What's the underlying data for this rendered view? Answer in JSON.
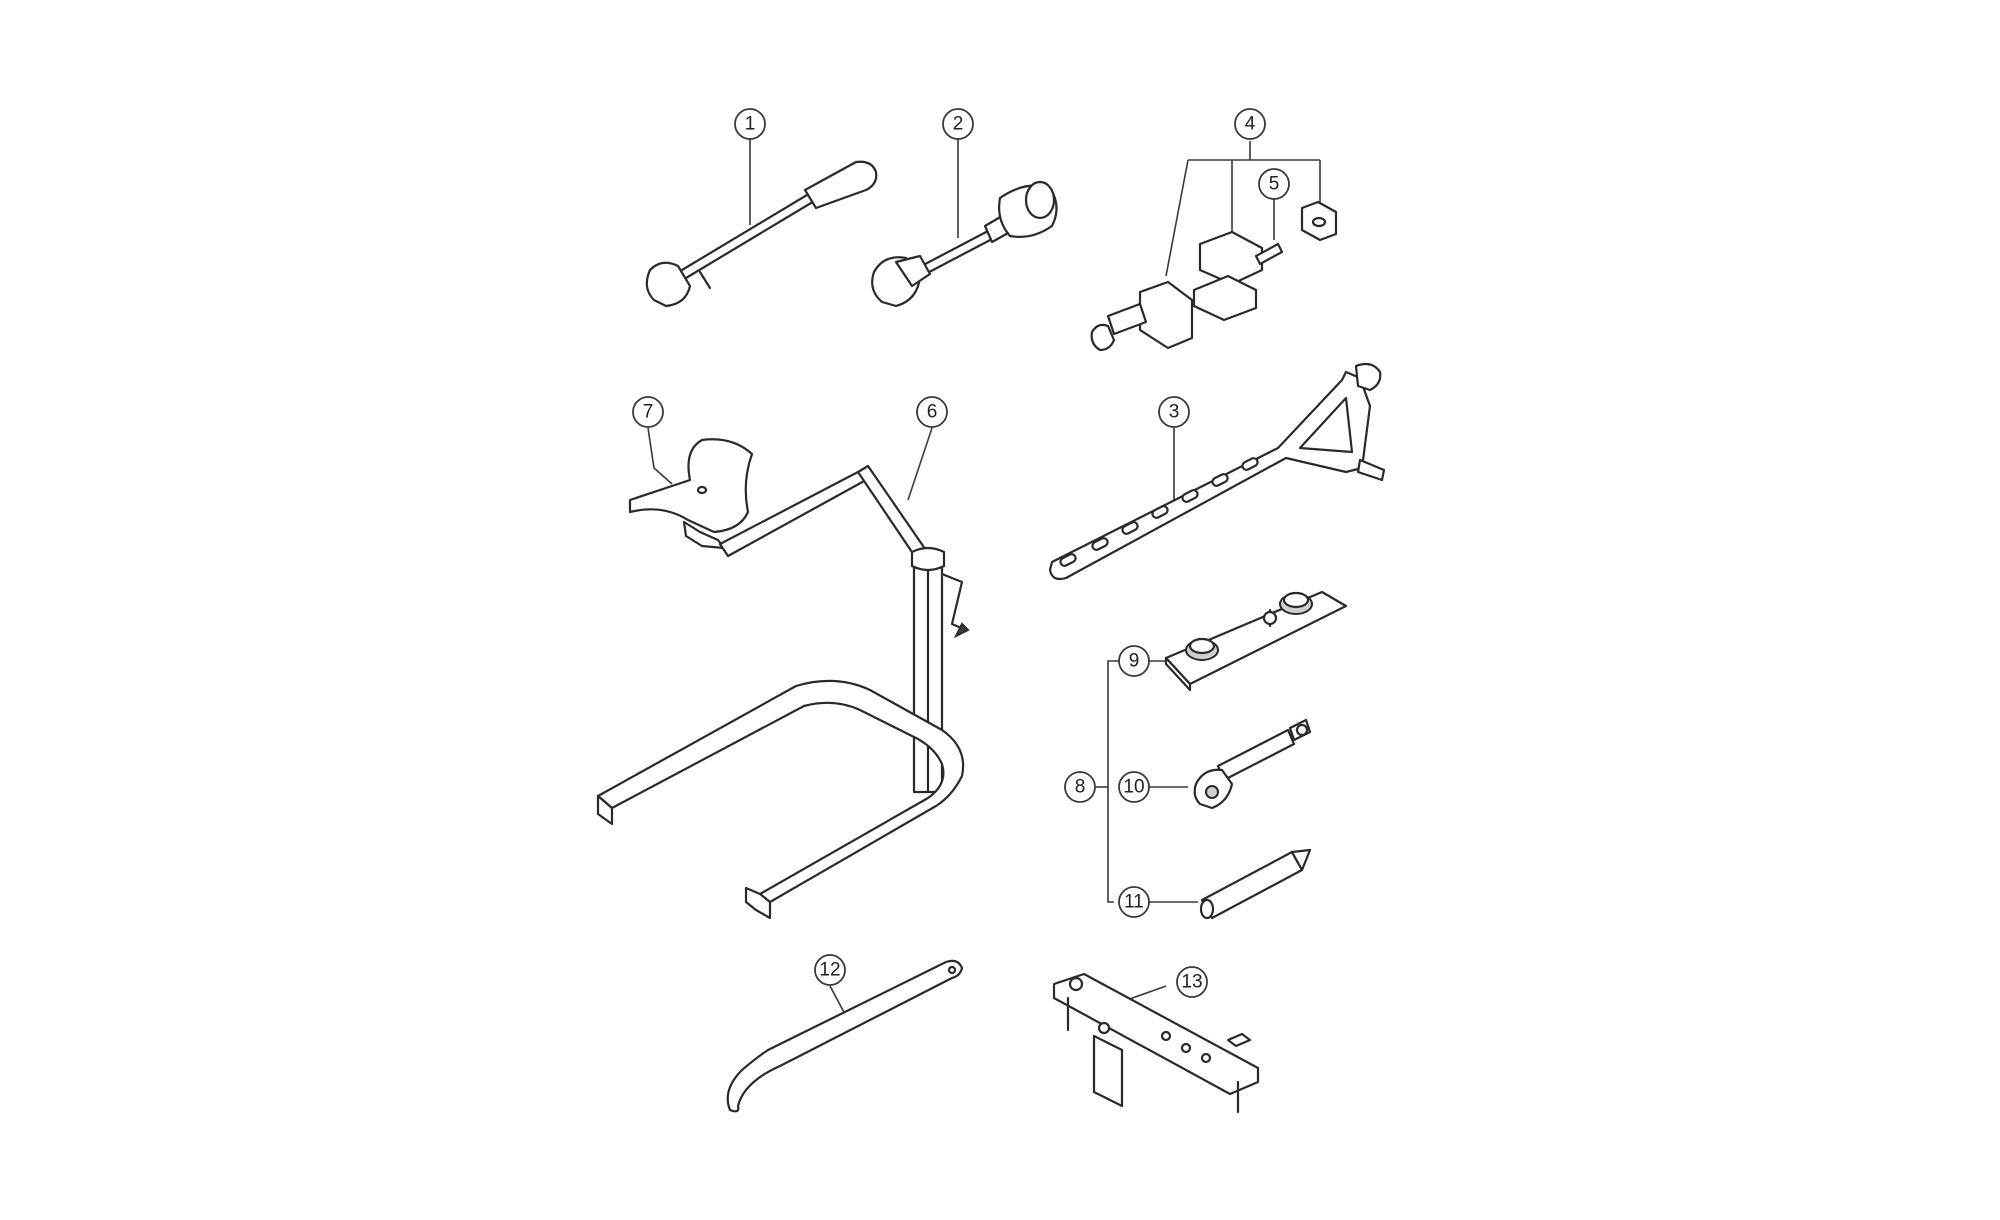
{
  "callouts": {
    "c1": "1",
    "c2": "2",
    "c3": "3",
    "c4": "4",
    "c5": "5",
    "c6": "6",
    "c7": "7",
    "c8": "8",
    "c9": "9",
    "c10": "10",
    "c11": "11",
    "c12": "12",
    "c13": "13"
  },
  "colors": {
    "line": "#2a2a2a",
    "background": "#ffffff"
  }
}
